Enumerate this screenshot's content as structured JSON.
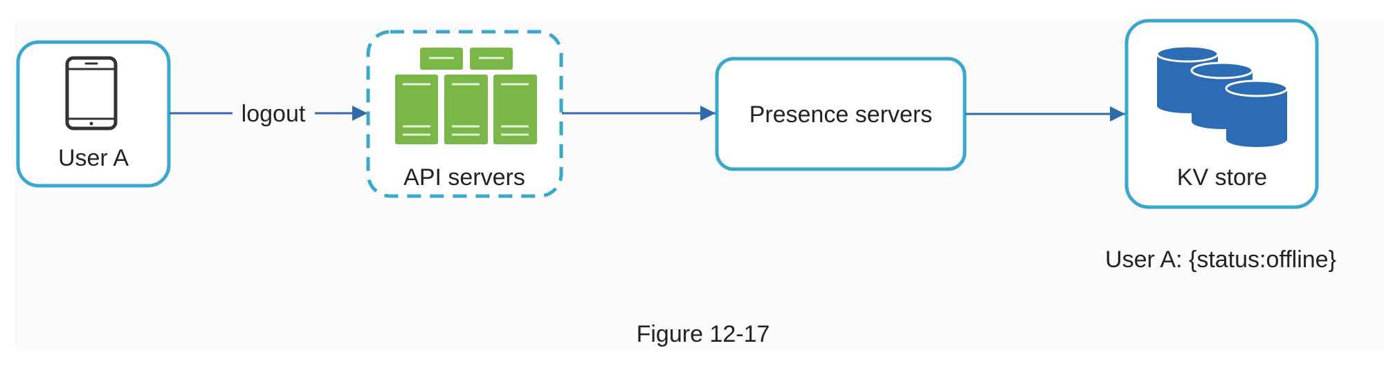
{
  "colors": {
    "box_border": "#3aa7cf",
    "arrow": "#2f6aa9",
    "server_green": "#7ab648",
    "db_blue": "#2b6cb5",
    "text": "#222222",
    "panel": "#fbfbfb"
  },
  "nodes": {
    "user": {
      "label": "User A",
      "icon": "smartphone-icon"
    },
    "api": {
      "label": "API servers",
      "icon": "server-cluster-icon",
      "border_style": "dashed"
    },
    "presence": {
      "label": "Presence servers"
    },
    "kv": {
      "label": "KV store",
      "icon": "database-cylinders-icon"
    }
  },
  "edges": [
    {
      "from": "User A",
      "to": "API servers",
      "label": "logout"
    },
    {
      "from": "API servers",
      "to": "Presence servers",
      "label": ""
    },
    {
      "from": "Presence servers",
      "to": "KV store",
      "label": ""
    }
  ],
  "kv_note": "User A: {status:offline}",
  "caption": "Figure 12-17"
}
